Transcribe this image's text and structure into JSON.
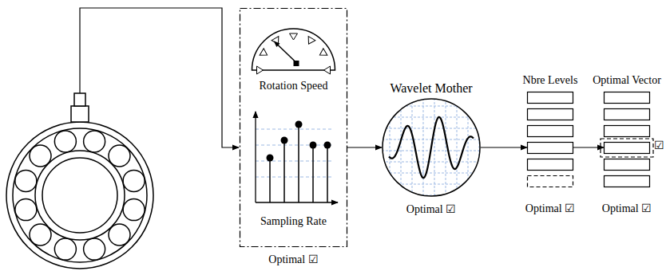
{
  "diagram": {
    "nodes": [
      {
        "text": [
          "Optimal ☑"
        ]
      },
      {
        "text": [
          "Rotation Speed"
        ],
        "in": 0
      },
      {
        "text": [
          "Sampling Rate"
        ],
        "in": 0
      },
      {
        "text": [
          "Wavelet Mother",
          "Optimal ☑"
        ]
      },
      {
        "text": [
          "Nbre Levels",
          "Optimal ☑"
        ]
      },
      {
        "text": [
          "Optimal Vector",
          "Optimal ☑"
        ]
      }
    ],
    "edges": [
      {
        "from": 0,
        "to": 3,
        "arrow": "to"
      },
      {
        "from": 3,
        "to": 4,
        "arrow": "to"
      },
      {
        "from": 4,
        "to": 5,
        "arrow": "to"
      }
    ],
    "labels": [
      "☑"
    ]
  }
}
